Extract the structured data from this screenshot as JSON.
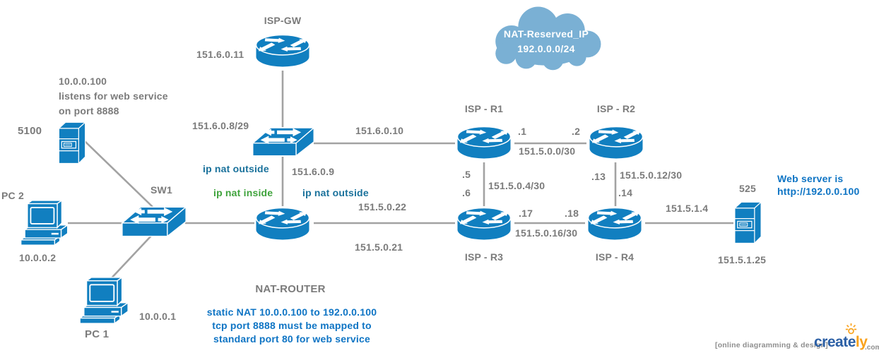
{
  "colors": {
    "device_blue": "#117fc0",
    "cloud_blue": "#7ab0d4",
    "wire_gray": "#a2a2a2",
    "label_gray": "#7b7b7b",
    "note_blue": "#0e74c4",
    "nat_outside_teal": "#19719b",
    "nat_inside_green": "#3fa33c",
    "brand_blue": "#2b5fa5",
    "brand_orange": "#f9a21c"
  },
  "cloud": {
    "title": "NAT-Reserved_IP",
    "subnet": "192.0.0.0/24"
  },
  "devices": {
    "isp_gw": {
      "name": "ISP-GW",
      "ip": "151.6.0.11"
    },
    "outside_switch": {
      "subnet": "151.6.0.8/29"
    },
    "sw1": {
      "name": "SW1"
    },
    "nat_router": {
      "name": "NAT-ROUTER"
    },
    "server_5100": {
      "name": "5100",
      "note": [
        "10.0.0.100",
        "listens for web service",
        "on port 8888"
      ]
    },
    "pc1": {
      "name": "PC 1",
      "ip": "10.0.0.1"
    },
    "pc2": {
      "name": "PC 2",
      "ip": "10.0.0.2"
    },
    "isp_r1": {
      "name": "ISP - R1"
    },
    "isp_r2": {
      "name": "ISP - R2"
    },
    "isp_r3": {
      "name": "ISP - R3"
    },
    "isp_r4": {
      "name": "ISP - R4"
    },
    "web_server": {
      "name": "525",
      "ip": "151.5.1.25",
      "note": [
        "Web server is",
        "http://192.0.0.100"
      ]
    }
  },
  "links": {
    "switch_to_r1": "151.6.0.10",
    "switch_to_nat": "151.6.0.9",
    "nat_to_r3_upper": "151.5.0.22",
    "nat_to_r3_lower": "151.5.0.21",
    "r1_r2": {
      "left": ".1",
      "right": ".2",
      "subnet": "151.5.0.0/30"
    },
    "r1_r3": {
      "top": ".5",
      "bottom": ".6",
      "subnet": "151.5.0.4/30"
    },
    "r2_r4": {
      "top": ".13",
      "bottom": ".14",
      "subnet": "151.5.0.12/30"
    },
    "r3_r4": {
      "left": ".17",
      "right": ".18",
      "subnet": "151.5.0.16/30"
    },
    "r4_to_server": "151.5.1.4"
  },
  "annotations": {
    "ip_nat_outside_top": "ip nat outside",
    "ip_nat_inside": "ip nat inside",
    "ip_nat_outside_right": "ip nat outside",
    "static_nat": [
      "static NAT 10.0.0.100 to 192.0.0.100",
      "tcp port 8888 must be mapped to",
      "standard port 80 for web service"
    ]
  },
  "footer": {
    "tagline": "[online diagramming & design]",
    "brand_create": "create",
    "brand_ly": "ly",
    "brand_domain": ".com"
  }
}
